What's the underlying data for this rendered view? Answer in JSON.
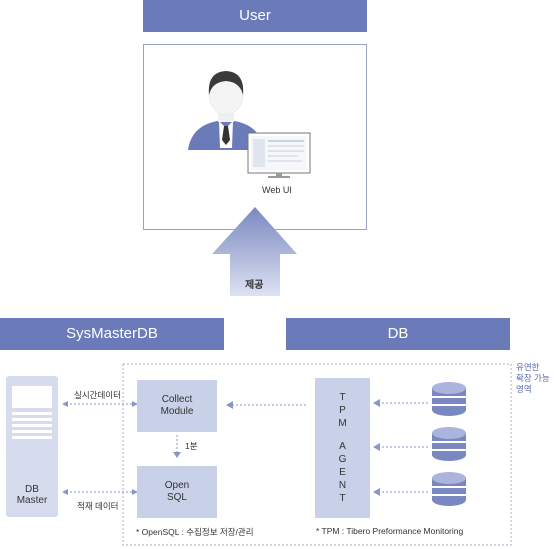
{
  "user_section": {
    "title": "User",
    "web_ui_label": "Web UI",
    "provide_label": "제공"
  },
  "sysmaster": {
    "title": "SysMasterDB",
    "db_master_label": "DB\nMaster",
    "collect_module_label": "Collect\nModule",
    "open_sql_label": "Open\nSQL",
    "realtime_data_label": "실시간데이터",
    "load_data_label": "적재 데이터",
    "one_minute_label": "1분",
    "open_sql_note": "* OpenSQL : 수집정보 저장/관리"
  },
  "db_section": {
    "title": "DB",
    "tpm_agent_letters": [
      "T",
      "P",
      "M",
      "",
      "A",
      "G",
      "E",
      "N",
      "T"
    ],
    "tpm_note": "* TPM : Tibero Preformance Monitoring",
    "extensible_area_label": "유연한\n확장 가능\n영역"
  },
  "colors": {
    "header": "#6b7ab8",
    "box": "#c9d1e8",
    "arrow": "#8a96c8",
    "accent_text": "#5a6ab0"
  }
}
